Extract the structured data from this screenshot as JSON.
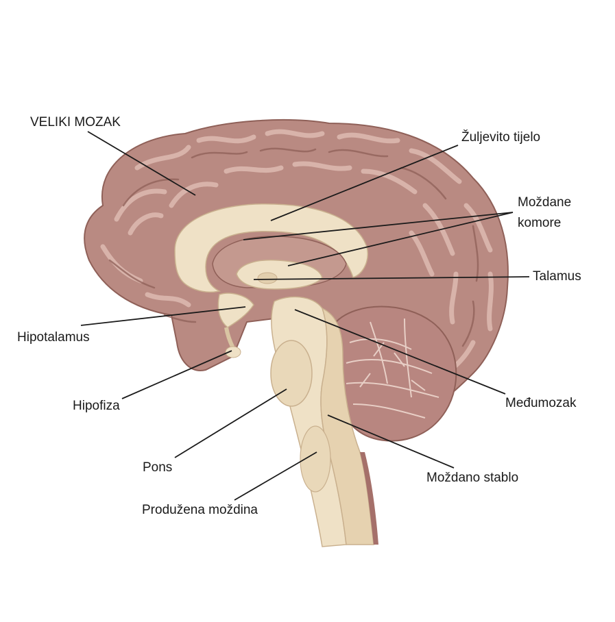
{
  "labels": {
    "cerebrum": "VELIKI MOZAK",
    "corpus_callosum": "Žuljevito tijelo",
    "ventricles_line1": "Moždane",
    "ventricles_line2": "komore",
    "thalamus": "Talamus",
    "hypothalamus": "Hipotalamus",
    "pituitary": "Hipofiza",
    "diencephalon": "Međumozak",
    "pons": "Pons",
    "brainstem": "Moždano stablo",
    "medulla": "Produžena moždina"
  },
  "colors": {
    "cortex": "#b98a82",
    "cortex_dark": "#8f6058",
    "gyri_highlight": "#d8b3aa",
    "white_matter": "#efe1c6",
    "inner_tissue": "#c4998f",
    "cerebellum": "#b88680",
    "leader_line": "#1a1a1a"
  }
}
